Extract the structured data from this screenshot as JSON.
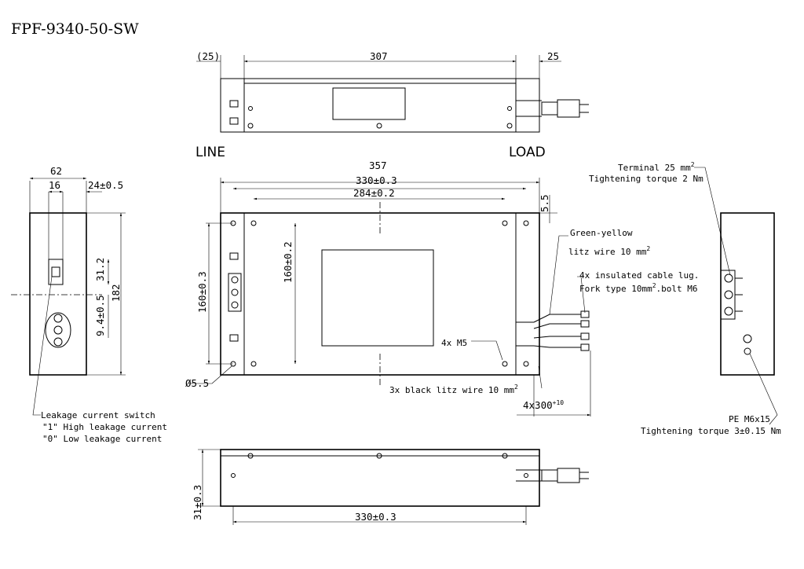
{
  "title": "FPF-9340-50-SW",
  "labels": {
    "line": "LINE",
    "load": "LOAD"
  },
  "dimensions": {
    "top_left_paren": "(25)",
    "top_307": "307",
    "top_right_25": "25",
    "w357": "357",
    "w330": "330±0.3",
    "w284": "284±0.2",
    "side_62": "62",
    "side_16": "16",
    "side_24": "24±0.5",
    "side_31_2": "31.2",
    "side_182": "182",
    "side_9_4": "9.4±0.5",
    "h160_outer": "160±0.3",
    "h160_inner": "160±0.2",
    "d5_5": "5.5",
    "dia5_5": "Ø5.5",
    "bottom_31": "31±0.3",
    "bottom_330": "330±0.3",
    "cable_len": "4x300",
    "cable_tol": "+10"
  },
  "notes": {
    "green_yellow_1": "Green-yellow",
    "green_yellow_2": "litz wire 10 mm",
    "green_yellow_sup": "2",
    "lug_1": "4x insulated cable lug.",
    "lug_2": "Fork type 10mm",
    "lug_2_sup": "2",
    "lug_2_end": ".bolt M6",
    "m5": "4x M5",
    "black_wire": "3x black litz wire 10 mm",
    "black_wire_sup": "2",
    "leak_1": "Leakage current switch",
    "leak_2": "\"1\" High leakage current",
    "leak_3": "\"0\" Low leakage current",
    "terminal_1": "Terminal 25 mm",
    "terminal_sup": "2",
    "terminal_2": "Tightening torque 2 Nm",
    "pe_1": "PE M6x15",
    "pe_2": "Tightening torque 3±0.15 Nm"
  }
}
